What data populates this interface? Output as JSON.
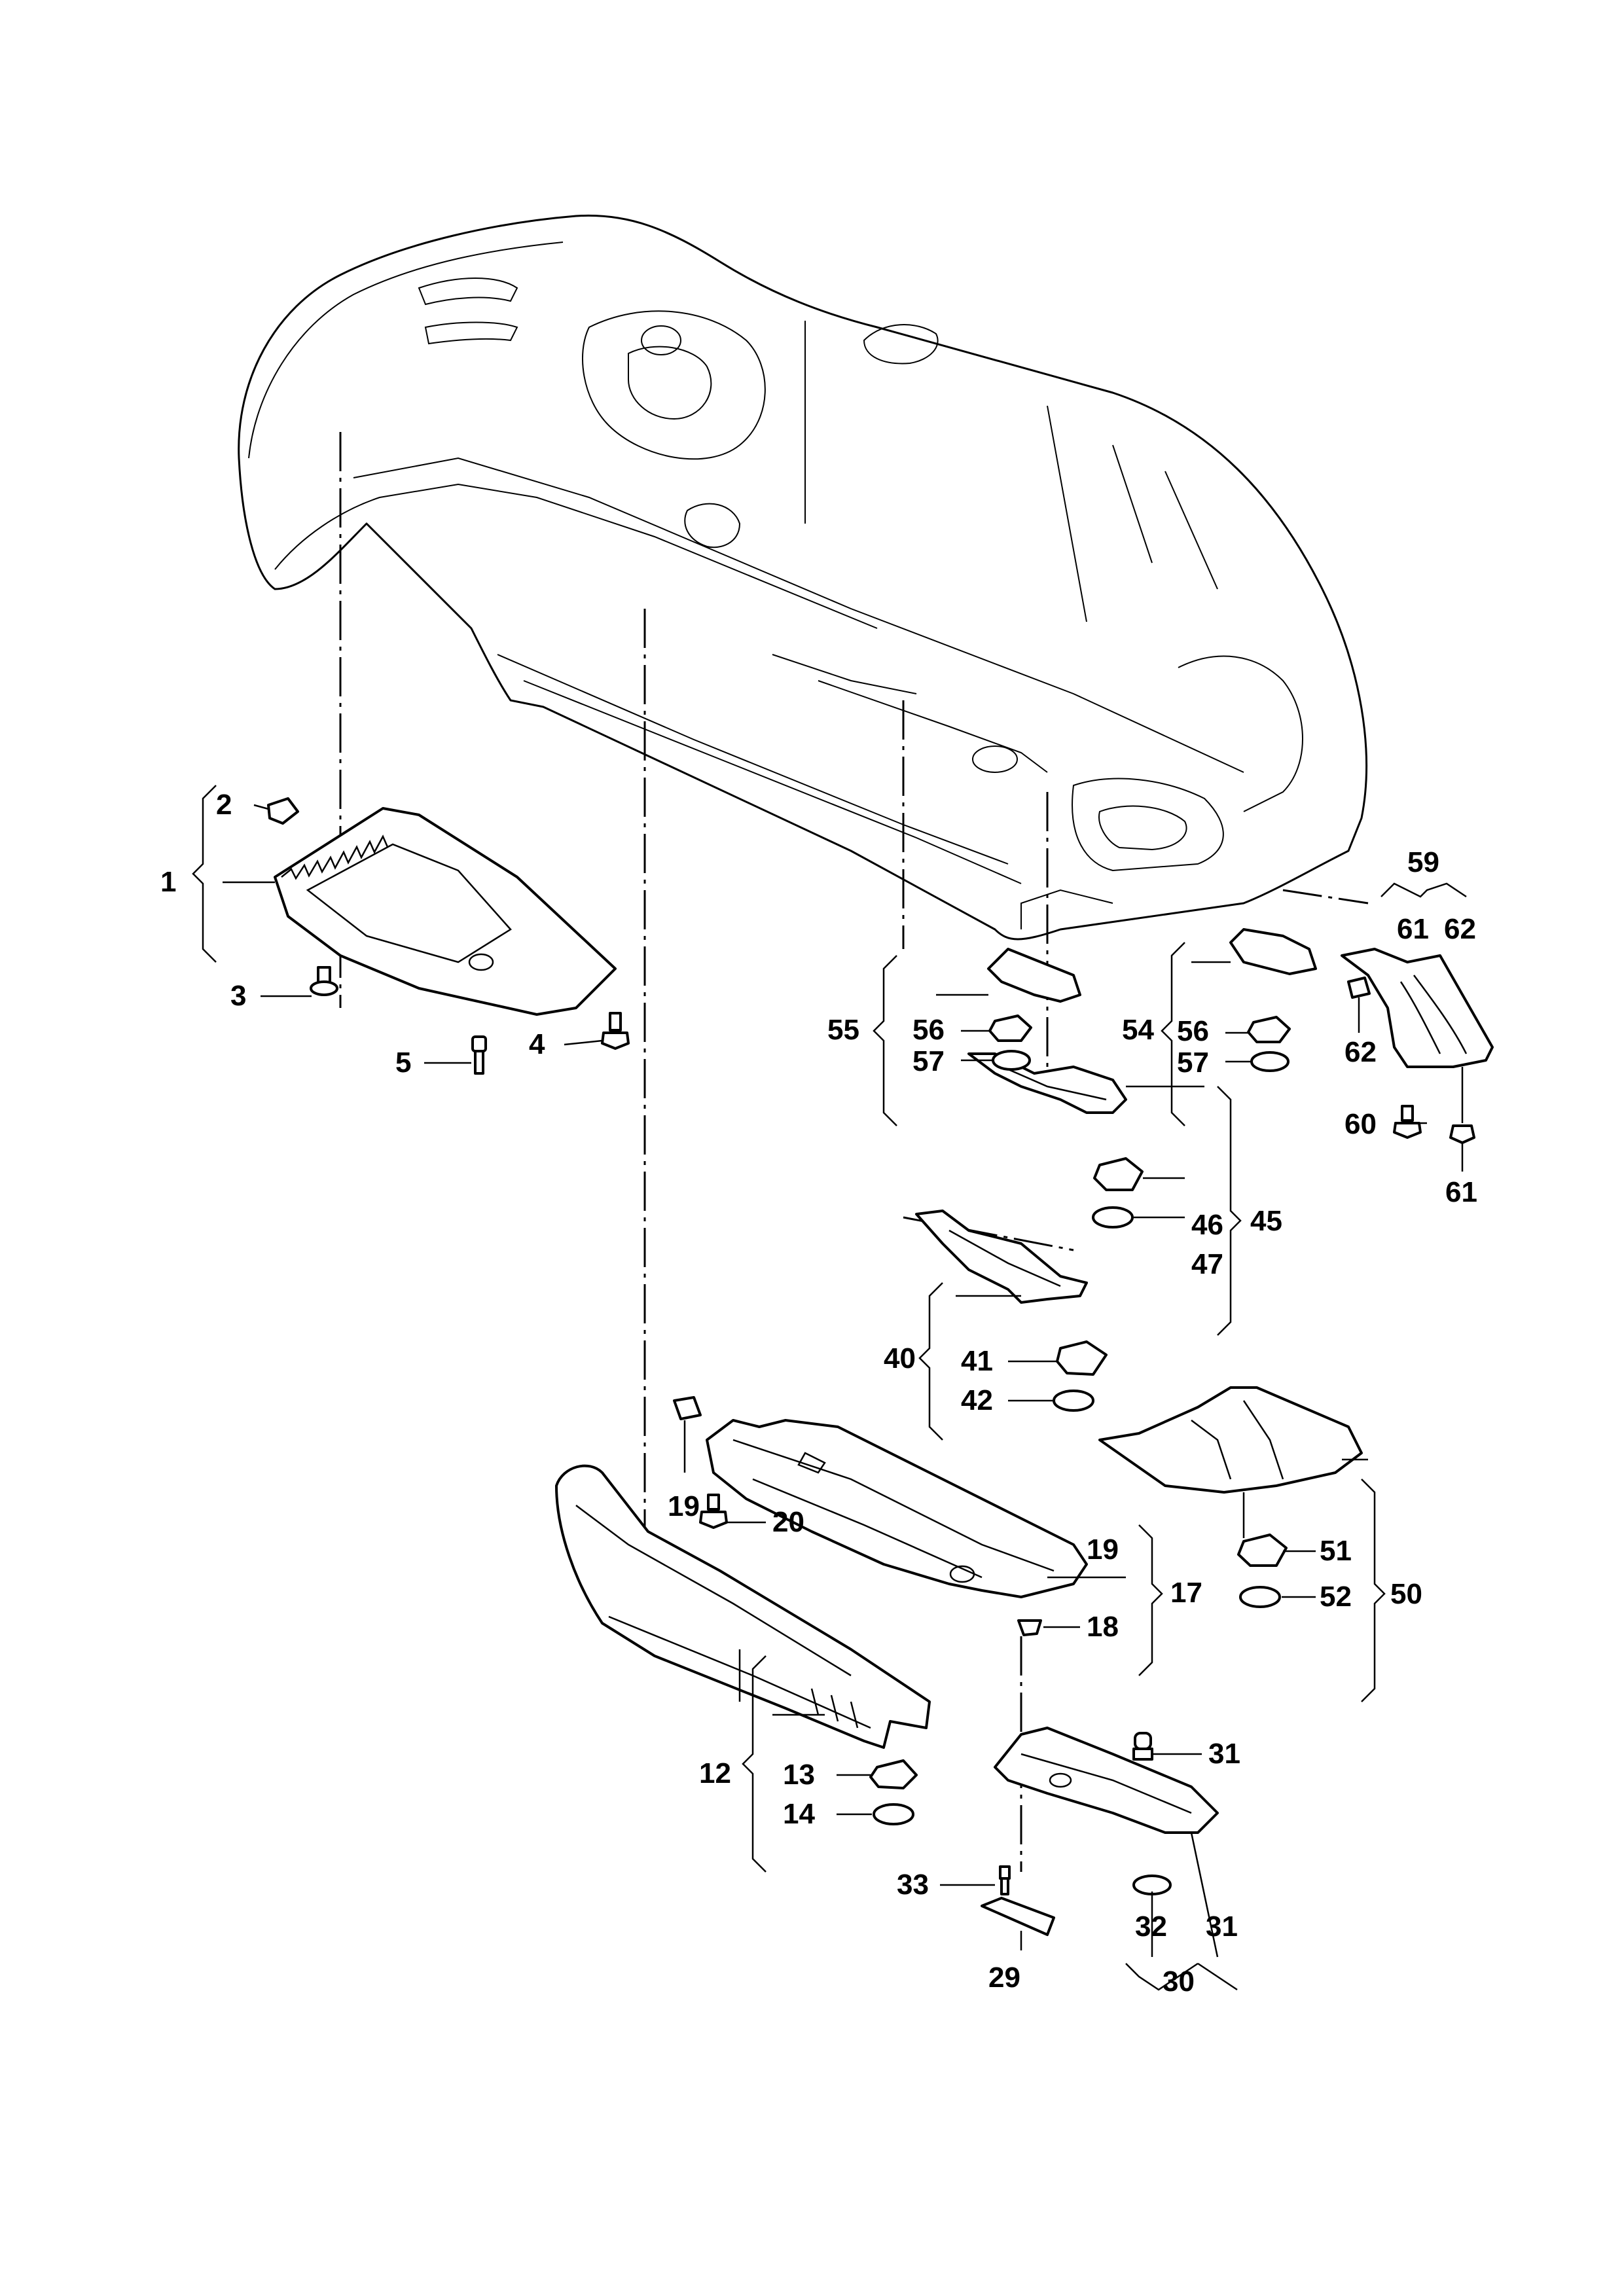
{
  "diagram": {
    "callouts": {
      "c1": "1",
      "c2": "2",
      "c3": "3",
      "c4": "4",
      "c5": "5",
      "c12": "12",
      "c13": "13",
      "c14": "14",
      "c17": "17",
      "c18": "18",
      "c19a": "19",
      "c19b": "19",
      "c20": "20",
      "c29": "29",
      "c30": "30",
      "c31a": "31",
      "c31b": "31",
      "c32": "32",
      "c33": "33",
      "c40": "40",
      "c41": "41",
      "c42": "42",
      "c45": "45",
      "c46": "46",
      "c47": "47",
      "c50": "50",
      "c51": "51",
      "c52": "52",
      "c54": "54",
      "c55": "55",
      "c56a": "56",
      "c57a": "57",
      "c56b": "56",
      "c57b": "57",
      "c59": "59",
      "c60": "60",
      "c61a": "61",
      "c61b": "61",
      "c62a": "62",
      "c62b": "62"
    }
  }
}
